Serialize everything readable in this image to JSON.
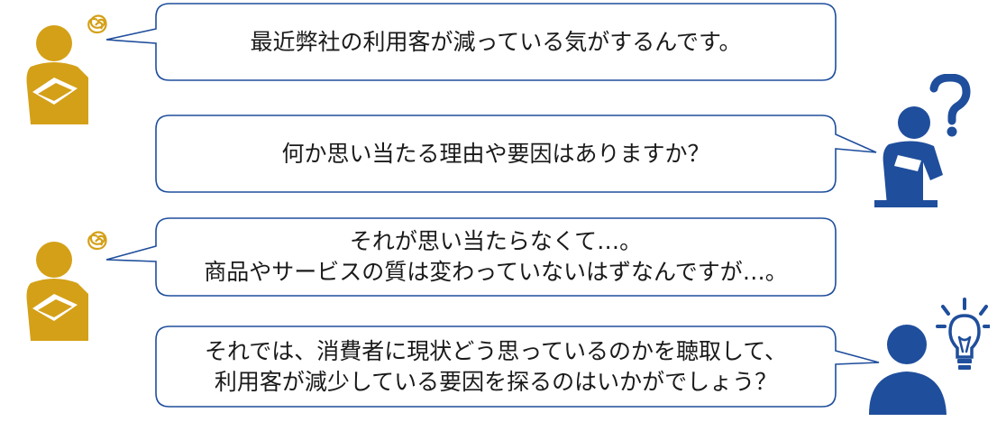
{
  "dialogue": [
    {
      "speaker": "worried-person",
      "lines": [
        "最近弊社の利用客が減っている気がするんです。"
      ]
    },
    {
      "speaker": "thinking-consultant",
      "lines": [
        "何か思い当たる理由や要因はありますか？"
      ]
    },
    {
      "speaker": "worried-person",
      "lines": [
        "それが思い当たらなくて…。",
        "商品やサービスの質は変わっていないはずなんですが…。"
      ]
    },
    {
      "speaker": "idea-consultant",
      "lines": [
        "それでは、消費者に現状どう思っているのかを聴取して、",
        "利用客が減少している要因を探るのはいかがでしょう？"
      ]
    }
  ],
  "colors": {
    "bubble_border": "#1f4e9c",
    "client": "#d4a017",
    "consultant": "#1f4e9c",
    "text": "#1a1a1a"
  },
  "icons": {
    "client_thought": "scribble-thought-icon",
    "consultant_question": "question-mark-icon",
    "consultant_idea": "lightbulb-icon"
  }
}
